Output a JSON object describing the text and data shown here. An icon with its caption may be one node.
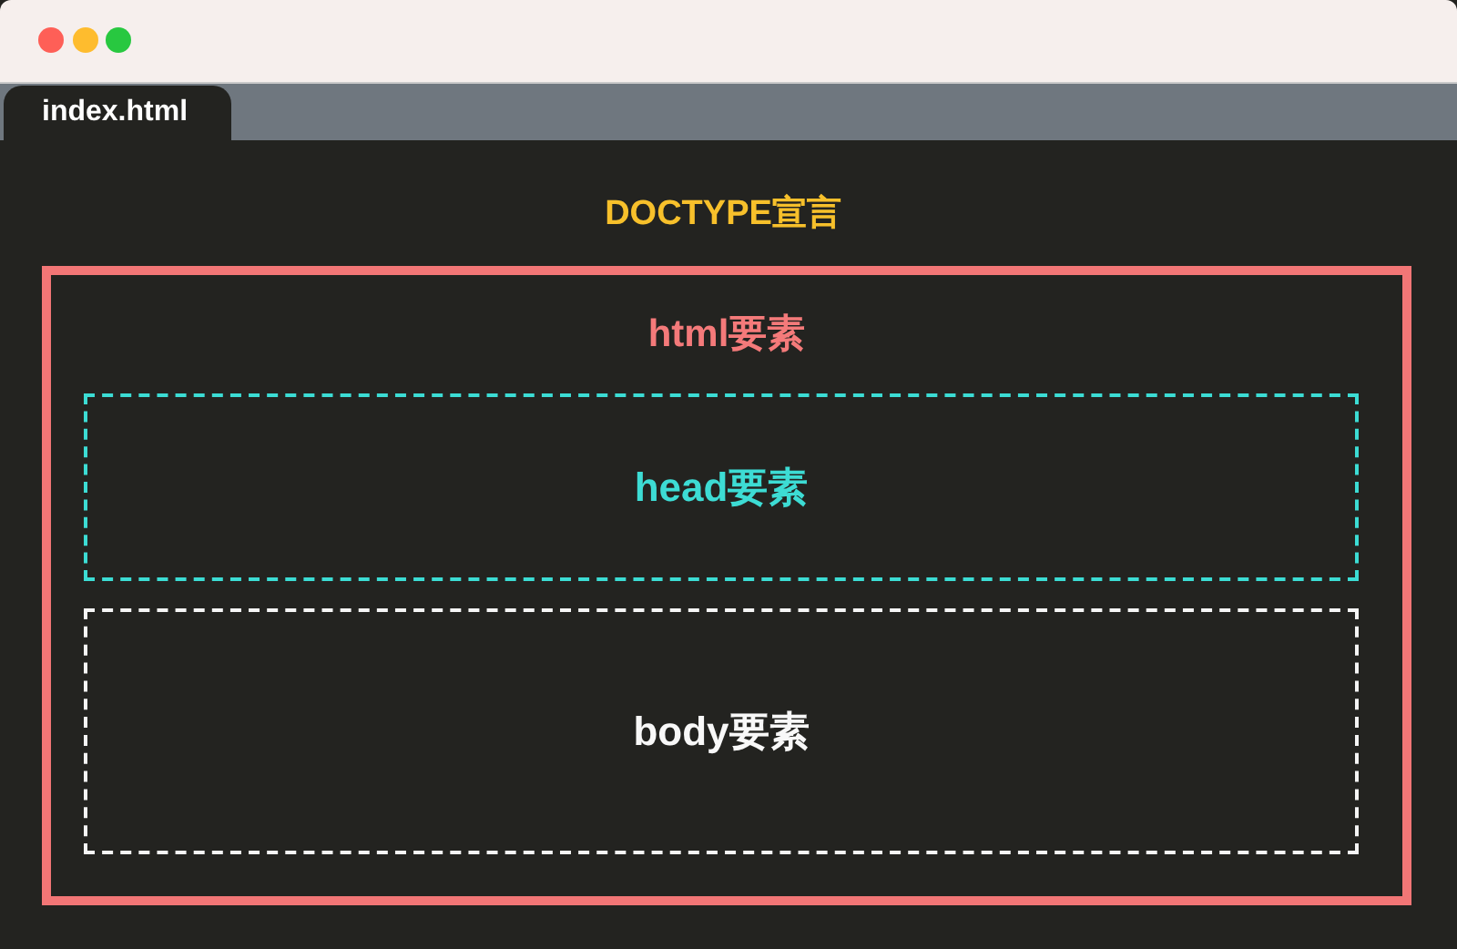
{
  "diagram": {
    "nodes": [
      {
        "text": [
          "html要素"
        ]
      },
      {
        "text": [
          "head要素"
        ],
        "in": 0
      },
      {
        "text": [
          "body要素"
        ],
        "in": 0
      }
    ],
    "labels": [
      "index.html",
      "DOCTYPE宣言"
    ]
  }
}
